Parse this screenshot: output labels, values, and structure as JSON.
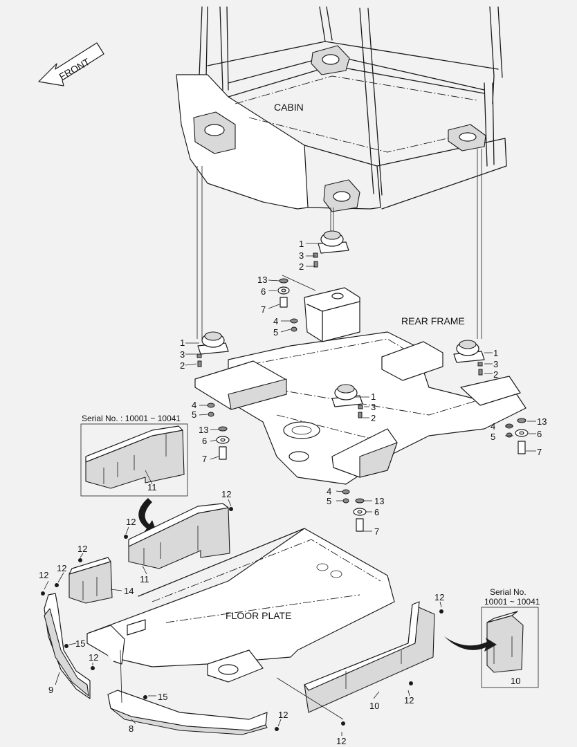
{
  "labels": {
    "front": "FRONT",
    "cabin": "CABIN",
    "rear_frame": "REAR FRAME",
    "floor_plate": "FLOOR PLATE"
  },
  "insets": {
    "left_serial": "Serial No. : 10001 ~ 10041",
    "right_serial_line1": "Serial No.",
    "right_serial_line2": "10001 ~ 10041"
  },
  "callouts": {
    "c1": "1",
    "c2": "2",
    "c3": "3",
    "c4": "4",
    "c5": "5",
    "c6": "6",
    "c7": "7",
    "c8": "8",
    "c9": "9",
    "c10": "10",
    "c11": "11",
    "c12": "12",
    "c13": "13",
    "c14": "14",
    "c15": "15"
  }
}
